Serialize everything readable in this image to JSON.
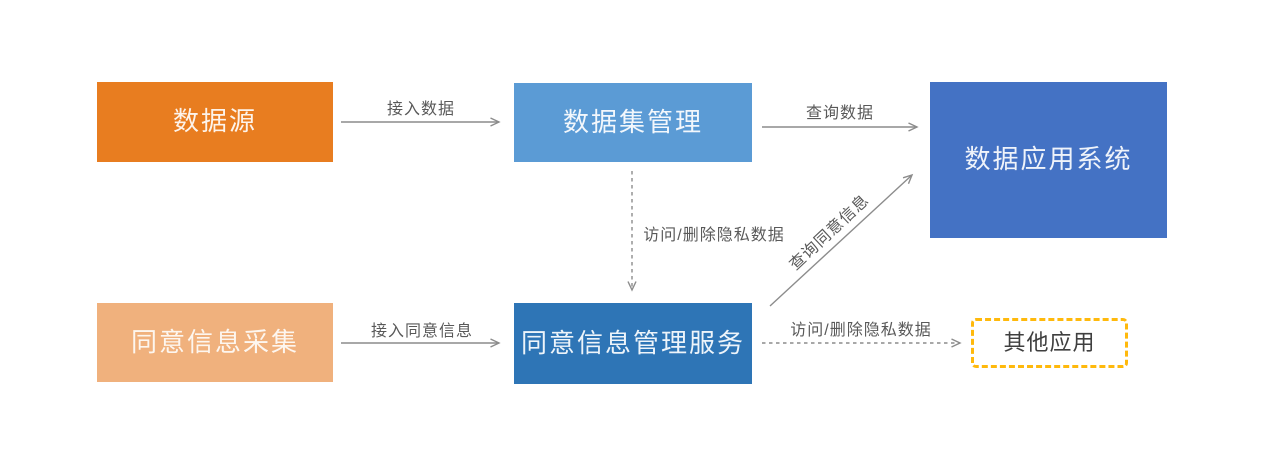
{
  "diagram": {
    "background": "#FFFFFF",
    "nodes": {
      "datasource": {
        "label": "数据源",
        "fill": "#E87D20",
        "text_color": "#FDF3EA"
      },
      "dataset_mgmt": {
        "label": "数据集管理",
        "fill": "#5B9BD5",
        "text_color": "#F2F7FC"
      },
      "data_app": {
        "label": "数据应用系统",
        "fill": "#4472C4",
        "text_color": "#EFF3FA"
      },
      "consent_collect": {
        "label": "同意信息采集",
        "fill": "#F0B17D",
        "text_color": "#FDF6EF"
      },
      "consent_mgmt": {
        "label": "同意信息管理服务",
        "fill": "#2E75B6",
        "text_color": "#EDF4FA"
      },
      "other_app": {
        "label": "其他应用",
        "fill": "#FFFFFF",
        "border_color": "#FFB90C",
        "text_color": "#3F3F3F"
      }
    },
    "edges": {
      "access_data": {
        "label": "接入数据",
        "from": "datasource",
        "to": "dataset_mgmt",
        "style": "solid"
      },
      "query_data": {
        "label": "查询数据",
        "from": "dataset_mgmt",
        "to": "data_app",
        "style": "solid"
      },
      "access_delete_private_data_down": {
        "label": "访问/删除隐私数据",
        "from": "dataset_mgmt",
        "to": "consent_mgmt",
        "style": "dashed"
      },
      "access_consent": {
        "label": "接入同意信息",
        "from": "consent_collect",
        "to": "consent_mgmt",
        "style": "solid"
      },
      "query_consent": {
        "label": "查询同意信息",
        "from": "consent_mgmt",
        "to": "data_app",
        "style": "solid"
      },
      "access_delete_private_data_right": {
        "label": "访问/删除隐私数据",
        "from": "consent_mgmt",
        "to": "other_app",
        "style": "dashed"
      }
    },
    "colors": {
      "arrow": "#8C8C8C",
      "edge_label": "#595959"
    }
  }
}
